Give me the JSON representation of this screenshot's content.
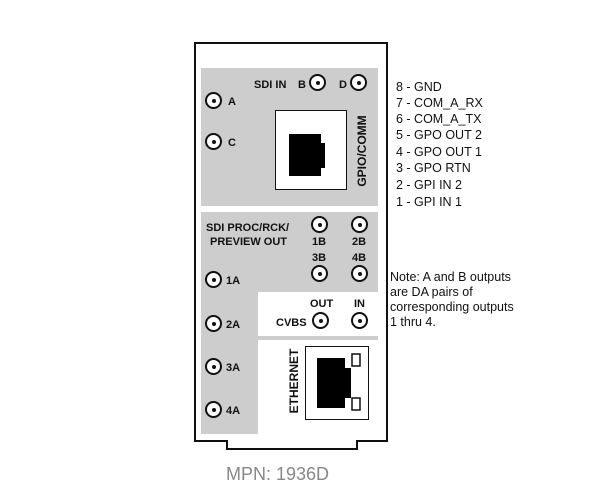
{
  "panel": {
    "sdi_in_label": "SDI IN",
    "in_b": "B",
    "in_d": "D",
    "in_a": "A",
    "in_c": "C",
    "gpio_label": "GPIO/COMM",
    "sdi_out_label_line1": "SDI PROC/RCK/",
    "sdi_out_label_line2": "PREVIEW OUT",
    "out_1b": "1B",
    "out_2b": "2B",
    "out_3b": "3B",
    "out_4b": "4B",
    "out_1a": "1A",
    "out_2a": "2A",
    "out_3a": "3A",
    "out_4a": "4A",
    "cvbs_label": "CVBS",
    "cvbs_out": "OUT",
    "cvbs_in": "IN",
    "ethernet_label": "ETHERNET"
  },
  "pinout": [
    "8 - GND",
    "7 - COM_A_RX",
    "6 - COM_A_TX",
    "5 - GPO OUT 2",
    "4 - GPO OUT 1",
    "3 - GPO RTN",
    "2 - GPI IN 2",
    "1 - GPI IN 1"
  ],
  "note": [
    "Note: A and B outputs",
    "are DA pairs of",
    "corresponding outputs",
    "1 thru 4."
  ],
  "mpn": "MPN: 1936D"
}
